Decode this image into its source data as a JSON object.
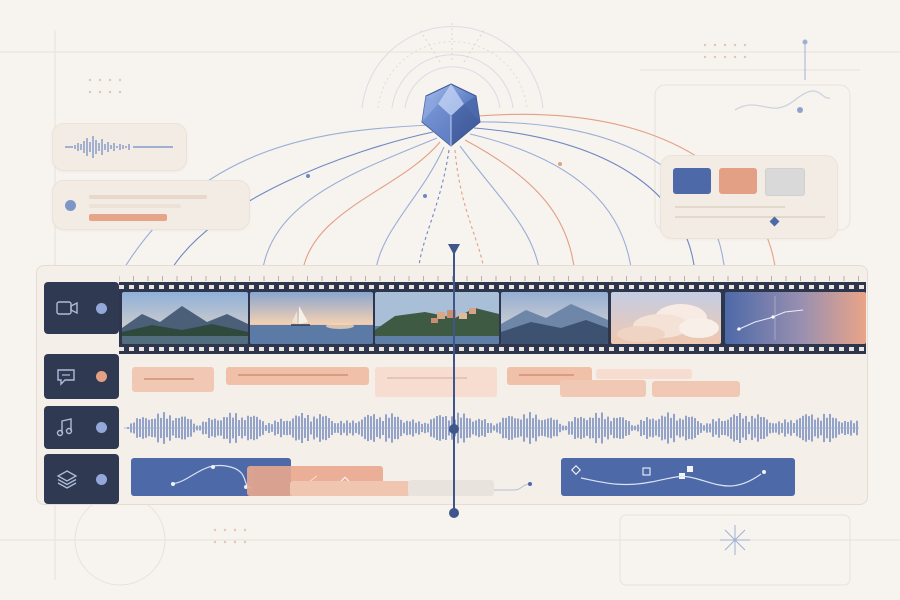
{
  "colors": {
    "background": "#f7f3ee",
    "track_header": "#2f3a52",
    "accent_blue": "#4d69a8",
    "accent_peach": "#e3a084",
    "light_peach": "#f1c8b4",
    "playhead": "#3f568c"
  },
  "tracks": [
    {
      "icon": "video-camera-icon",
      "dot_color": "#93a8d8"
    },
    {
      "icon": "caption-icon",
      "dot_color": "#e3a084"
    },
    {
      "icon": "music-note-icon",
      "dot_color": "#93a8d8"
    },
    {
      "icon": "layers-icon",
      "dot_color": "#93a8d8"
    }
  ],
  "video_frames": [
    {
      "scene": "mountain-lake"
    },
    {
      "scene": "sailboat-sunset"
    },
    {
      "scene": "coastal-village"
    },
    {
      "scene": "misty-mountains"
    },
    {
      "scene": "clouds"
    },
    {
      "scene": "gradient"
    }
  ],
  "palette_swatches": [
    "#4d69a8",
    "#e3a084",
    "#d9d9d9"
  ],
  "ai_node": {
    "icon": "crystal-gem-icon"
  }
}
